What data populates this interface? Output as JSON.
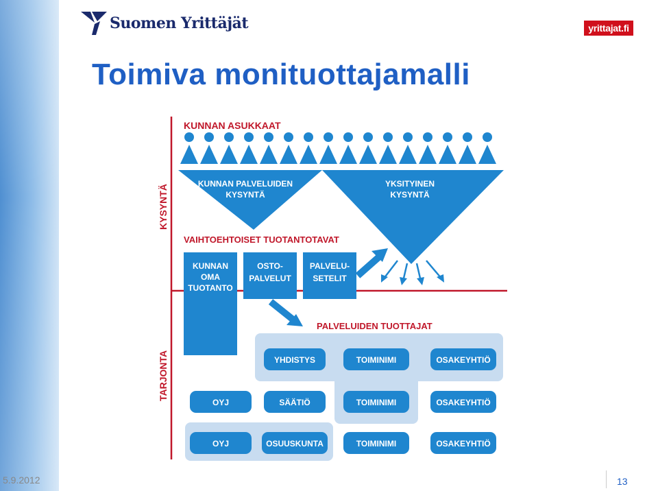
{
  "header": {
    "brand_name": "Suomen Yrittäjät",
    "badge": "yrittajat.fi"
  },
  "title": "Toimiva monituottajamalli",
  "diagram": {
    "residents": "KUNNAN ASUKKAAT",
    "demand_axis": "KYSYNTÄ",
    "supply_axis": "TARJONTA",
    "municipal_demand": [
      "KUNNAN PALVELUIDEN",
      "KYSYNTÄ"
    ],
    "private_demand": [
      "YKSITYINEN",
      "KYSYNTÄ"
    ],
    "alt_methods": "VAIHTOEHTOISET TUOTANTOTAVAT",
    "own_production": [
      "KUNNAN",
      "OMA",
      "TUOTANTO"
    ],
    "purchased": [
      "OSTO-",
      "PALVELUT"
    ],
    "vouchers": [
      "PALVELU-",
      "SETELIT"
    ],
    "producers": "PALVELUIDEN TUOTTAJAT",
    "rows": [
      [
        "YHDISTYS",
        "TOIMINIMI",
        "OSAKEYHTIÖ"
      ],
      [
        "OYJ",
        "SÄÄTIÖ",
        "TOIMINIMI",
        "OSAKEYHTIÖ"
      ],
      [
        "OYJ",
        "OSUUSKUNTA",
        "TOIMINIMI",
        "OSAKEYHTIÖ"
      ]
    ],
    "colors": {
      "primary": "#1f86cf",
      "light_band": "#c8dcf0",
      "dark_navy": "#1a2a6c",
      "red": "#c0172a"
    }
  },
  "footer": {
    "date": "5.9.2012",
    "page": "13"
  }
}
